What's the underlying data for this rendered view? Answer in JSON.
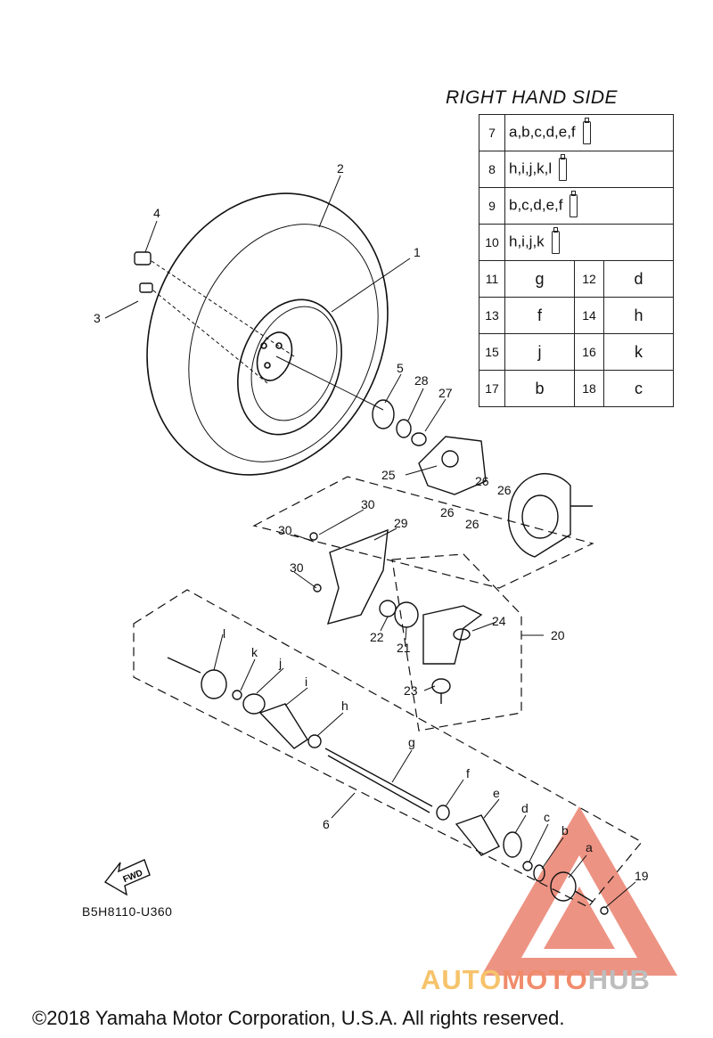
{
  "table": {
    "title": "RIGHT HAND SIDE",
    "kit_rows": [
      {
        "num": "7",
        "parts": "a,b,c,d,e,f"
      },
      {
        "num": "8",
        "parts": "h,i,j,k,l"
      },
      {
        "num": "9",
        "parts": "b,c,d,e,f"
      },
      {
        "num": "10",
        "parts": "h,i,j,k"
      }
    ],
    "pair_rows": [
      {
        "n1": "11",
        "v1": "g",
        "n2": "12",
        "v2": "d"
      },
      {
        "n1": "13",
        "v1": "f",
        "n2": "14",
        "v2": "h"
      },
      {
        "n1": "15",
        "v1": "j",
        "n2": "16",
        "v2": "k"
      },
      {
        "n1": "17",
        "v1": "b",
        "n2": "18",
        "v2": "c"
      }
    ]
  },
  "callouts": [
    "1",
    "2",
    "3",
    "4",
    "5",
    "6",
    "19",
    "20",
    "21",
    "22",
    "23",
    "24",
    "25",
    "26",
    "26",
    "26",
    "26",
    "27",
    "28",
    "29",
    "30",
    "30",
    "30",
    "a",
    "b",
    "c",
    "d",
    "e",
    "f",
    "g",
    "h",
    "i",
    "j",
    "k",
    "l"
  ],
  "fwd_label": "FWD",
  "diagram_code": "B5H8110-U360",
  "copyright": "©2018 Yamaha Motor Corporation, U.S.A. All rights reserved.",
  "watermark": {
    "part1": "AUTO",
    "part2": "MOTO",
    "part3": "HUB",
    "colors": [
      "#f6c36b",
      "#f08b6b",
      "#bdbdbd"
    ]
  }
}
